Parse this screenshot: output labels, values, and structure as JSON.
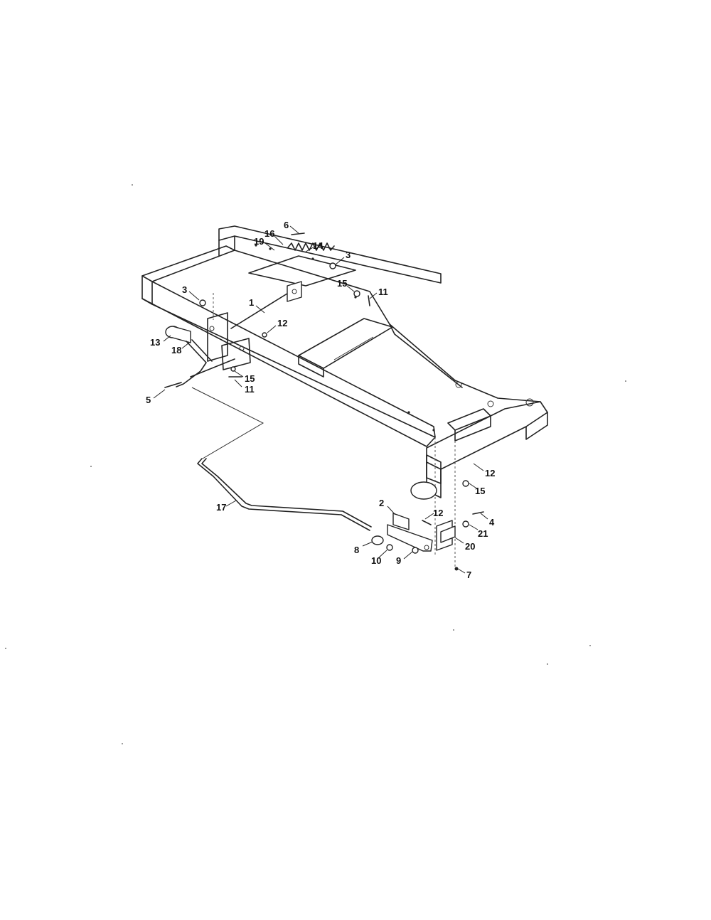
{
  "callouts": [
    {
      "key": "c6",
      "label": "6"
    },
    {
      "key": "c16",
      "label": "16"
    },
    {
      "key": "c19",
      "label": "19"
    },
    {
      "key": "c14",
      "label": "14"
    },
    {
      "key": "c3a",
      "label": "3"
    },
    {
      "key": "c15a",
      "label": "15"
    },
    {
      "key": "c11a",
      "label": "11"
    },
    {
      "key": "c3b",
      "label": "3"
    },
    {
      "key": "c1",
      "label": "1"
    },
    {
      "key": "c12a",
      "label": "12"
    },
    {
      "key": "c13",
      "label": "13"
    },
    {
      "key": "c18",
      "label": "18"
    },
    {
      "key": "c15b",
      "label": "15"
    },
    {
      "key": "c11b",
      "label": "11"
    },
    {
      "key": "c5",
      "label": "5"
    },
    {
      "key": "c17",
      "label": "17"
    },
    {
      "key": "c12b",
      "label": "12"
    },
    {
      "key": "c15c",
      "label": "15"
    },
    {
      "key": "c2",
      "label": "2"
    },
    {
      "key": "c12c",
      "label": "12"
    },
    {
      "key": "c4",
      "label": "4"
    },
    {
      "key": "c21",
      "label": "21"
    },
    {
      "key": "c20",
      "label": "20"
    },
    {
      "key": "c8",
      "label": "8"
    },
    {
      "key": "c10",
      "label": "10"
    },
    {
      "key": "c9",
      "label": "9"
    },
    {
      "key": "c7",
      "label": "7"
    }
  ]
}
